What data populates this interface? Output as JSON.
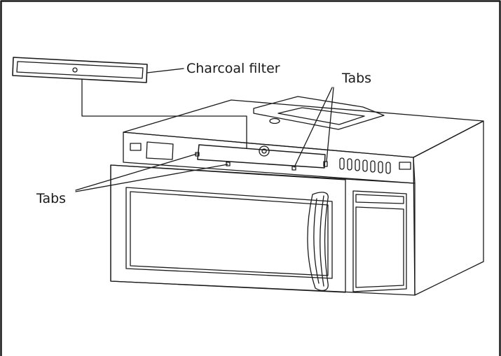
{
  "labels": {
    "charcoal_filter": "Charcoal filter",
    "tabs_upper": "Tabs",
    "tabs_lower": "Tabs"
  },
  "colors": {
    "line": "#1a1a1a",
    "background": "#ffffff"
  }
}
